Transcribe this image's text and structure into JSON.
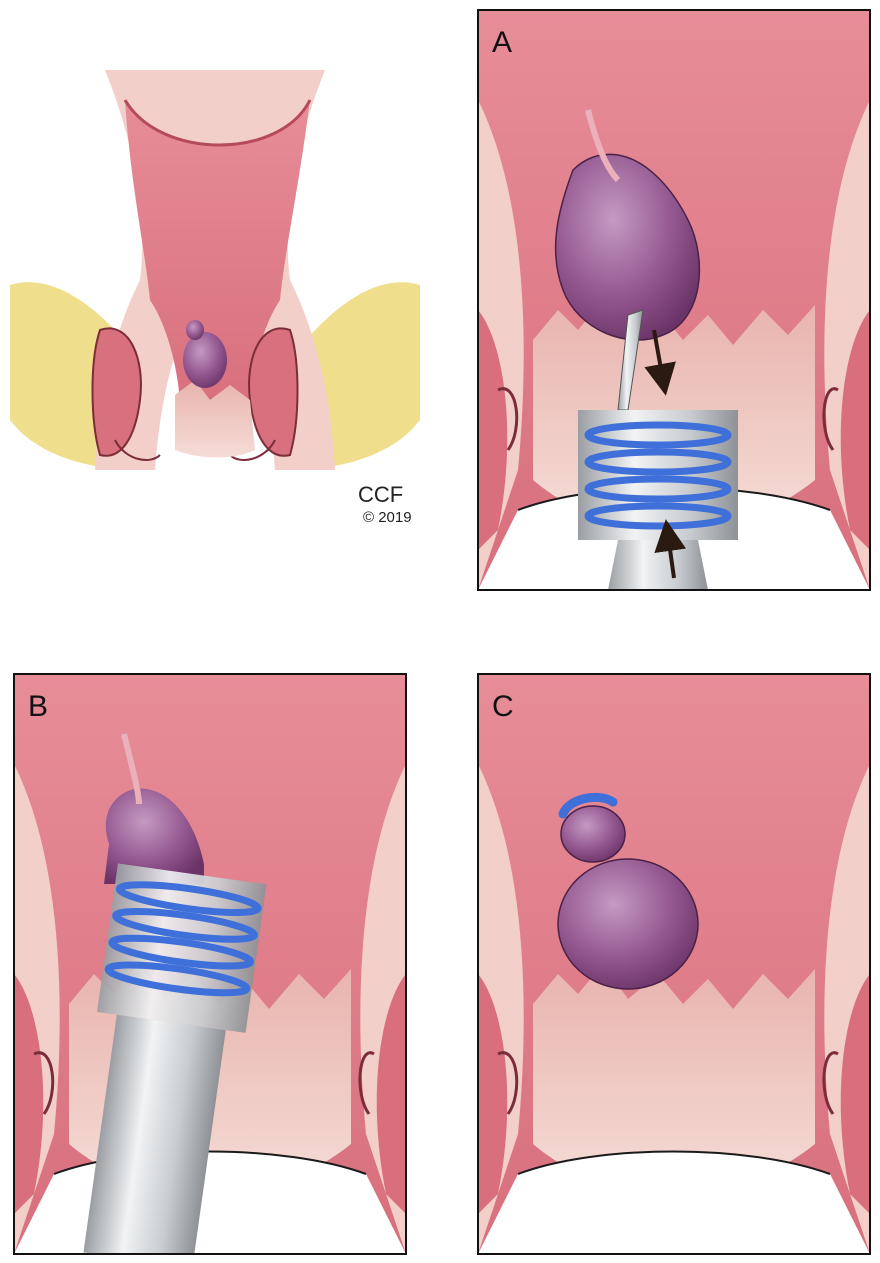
{
  "panels": [
    {
      "id": "A",
      "label": "A"
    },
    {
      "id": "B",
      "label": "B"
    },
    {
      "id": "C",
      "label": "C"
    }
  ],
  "credit": {
    "org": "CCF",
    "copyright": "© 2019"
  },
  "colors": {
    "tissue": "#e0848f",
    "tissue_dark": "#c25a68",
    "tissue_light": "#f3c9c6",
    "skin": "#f0d3c8",
    "fat": "#eedc87",
    "hemorrhoid": "#8a4d86",
    "band": "#3f6fd8",
    "instrument": "#c9cccf",
    "frame": "#111111"
  },
  "icons": [
    "arrow-down-icon",
    "arrow-up-icon"
  ]
}
